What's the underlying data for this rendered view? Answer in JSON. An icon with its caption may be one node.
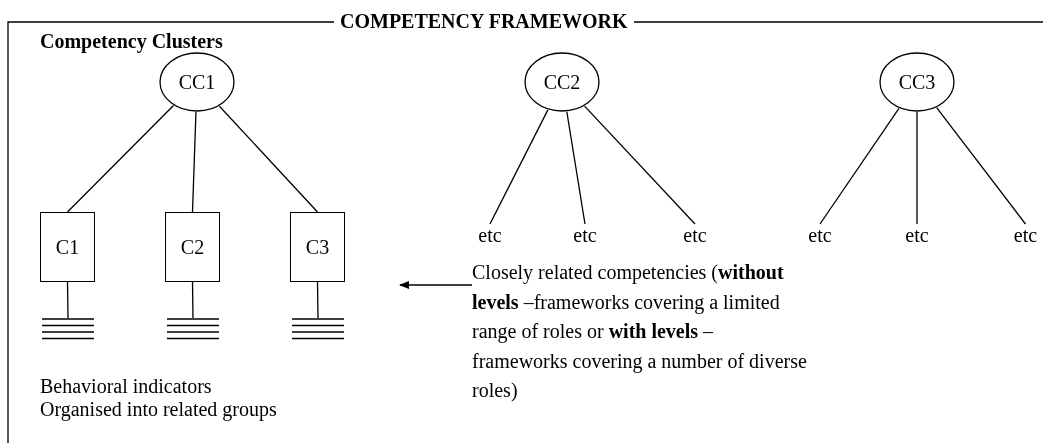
{
  "diagram": {
    "title": "COMPETENCY FRAMEWORK",
    "nodes": [
      {
        "text": [
          "CC1"
        ]
      },
      {
        "text": [
          "C1"
        ]
      },
      {
        "text": [
          "C2"
        ]
      },
      {
        "text": [
          "C3"
        ]
      },
      {
        "text": [],
        "shape": "bar"
      },
      {
        "text": [],
        "shape": "bar"
      },
      {
        "text": [],
        "shape": "bar"
      },
      {
        "text": [
          "CC2"
        ]
      },
      {
        "text": [
          "CC3"
        ]
      },
      {
        "text": [
          "etc"
        ]
      },
      {
        "text": [
          "etc"
        ]
      },
      {
        "text": [
          "etc"
        ]
      },
      {
        "text": [
          "etc"
        ]
      },
      {
        "text": [
          "etc"
        ]
      },
      {
        "text": [
          "etc"
        ]
      },
      {
        "text": [
          "Closely related competencies (**without levels** –frameworks covering a limited range of roles or **with levels** – frameworks covering a number of diverse roles)"
        ]
      }
    ],
    "edges": [
      {
        "from": 0,
        "to": 1,
        "arrow": "none"
      },
      {
        "from": 0,
        "to": 2,
        "arrow": "none"
      },
      {
        "from": 0,
        "to": 3,
        "arrow": "none"
      },
      {
        "from": 1,
        "to": 4,
        "arrow": "none"
      },
      {
        "from": 2,
        "to": 5,
        "arrow": "none"
      },
      {
        "from": 3,
        "to": 6,
        "arrow": "none"
      },
      {
        "from": 7,
        "to": 9,
        "arrow": "none"
      },
      {
        "from": 7,
        "to": 10,
        "arrow": "none"
      },
      {
        "from": 7,
        "to": 11,
        "arrow": "none"
      },
      {
        "from": 8,
        "to": 12,
        "arrow": "none"
      },
      {
        "from": 8,
        "to": 13,
        "arrow": "none"
      },
      {
        "from": 8,
        "to": 14,
        "arrow": "none"
      },
      {
        "from": 15,
        "to": null,
        "arrow": "to"
      }
    ],
    "labels": [
      "Competency Clusters",
      "Behavioral indicators Organised into related groups"
    ]
  }
}
